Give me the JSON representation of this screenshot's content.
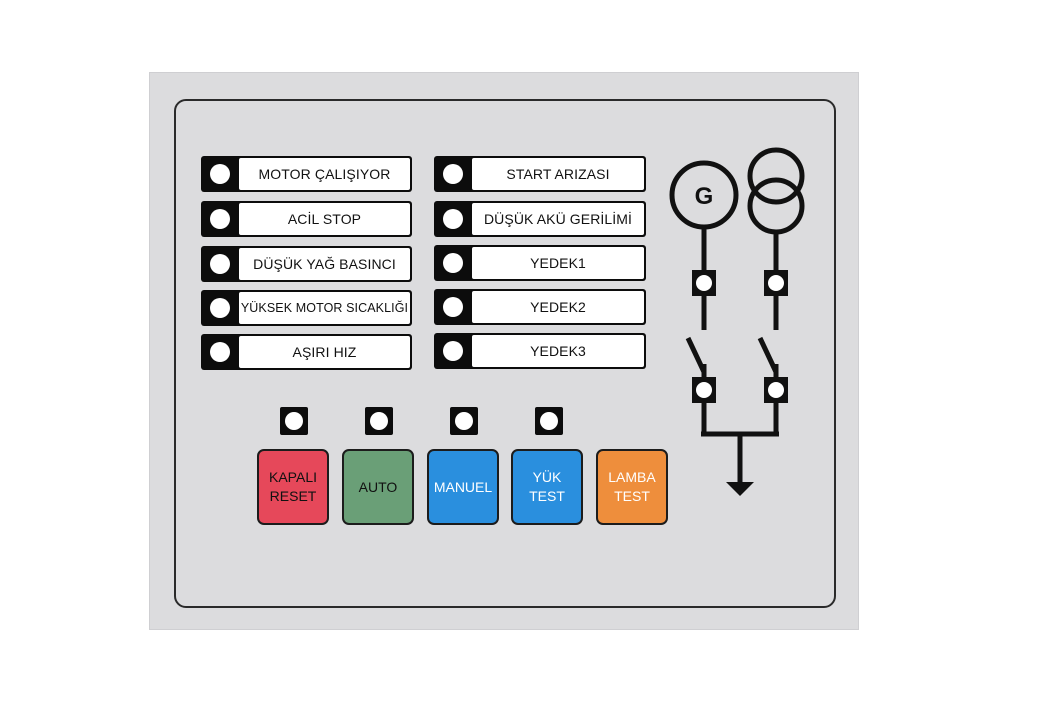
{
  "indicators_left": [
    {
      "label": "MOTOR ÇALIŞIYOR"
    },
    {
      "label": "ACİL STOP"
    },
    {
      "label": "DÜŞÜK YAĞ BASINCI"
    },
    {
      "label": "YÜKSEK MOTOR SICAKLIĞI"
    },
    {
      "label": "AŞIRI HIZ"
    }
  ],
  "indicators_right": [
    {
      "label": "START ARIZASI"
    },
    {
      "label": "DÜŞÜK AKÜ GERİLİMİ"
    },
    {
      "label": "YEDEK1"
    },
    {
      "label": "YEDEK2"
    },
    {
      "label": "YEDEK3"
    }
  ],
  "buttons": [
    {
      "line1": "KAPALI",
      "line2": "RESET",
      "color": "#e6485a"
    },
    {
      "line1": "AUTO",
      "line2": "",
      "color": "#6a9f77"
    },
    {
      "line1": "MANUEL",
      "line2": "",
      "color": "#2a8fde"
    },
    {
      "line1": "YÜK",
      "line2": "TEST",
      "color": "#2a8fde"
    },
    {
      "line1": "LAMBA",
      "line2": "TEST",
      "color": "#ee8e3c"
    }
  ],
  "diagram": {
    "generator_symbol": "G"
  },
  "colors": {
    "panel": "#dcdcde",
    "frame": "#2a2a2a",
    "indicator_bezel": "#0c0c0c"
  }
}
